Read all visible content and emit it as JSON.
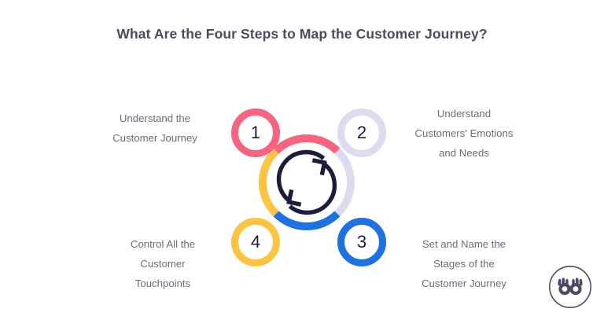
{
  "page": {
    "title": "What Are the Four Steps to Map the Customer Journey?",
    "background_color": "#ffffff",
    "title_color": "#4b4b5c",
    "label_color": "#6c6c78",
    "number_color": "#1c1c3c"
  },
  "diagram": {
    "type": "cycle",
    "center_icon": "refresh-cycle-arrow-icon",
    "center_icon_color": "#1c1c3c",
    "steps": [
      {
        "number": "1",
        "label": "Understand the\nCustomer Journey",
        "label_lines": [
          "Understand the",
          "Customer Journey"
        ],
        "color": "#f4667f",
        "position": "top-left"
      },
      {
        "number": "2",
        "label": "Understand Customers' Emotions and Needs",
        "label_lines": [
          "Understand",
          "Customers' Emotions",
          "and Needs"
        ],
        "color": "#dcdcf0",
        "position": "top-right"
      },
      {
        "number": "3",
        "label": "Set and Name the Stages of the Customer Journey",
        "label_lines": [
          "Set and Name the",
          "Stages of the",
          "Customer Journey"
        ],
        "color": "#1f72e0",
        "position": "bottom-right"
      },
      {
        "number": "4",
        "label": "Control All the Customer Touchpoints",
        "label_lines": [
          "Control All the",
          "Customer",
          "Touchpoints"
        ],
        "color": "#fcc githubfallback"
      }
    ]
  },
  "logo": {
    "name": "owl-glasses-logo",
    "color": "#4b4b63"
  }
}
